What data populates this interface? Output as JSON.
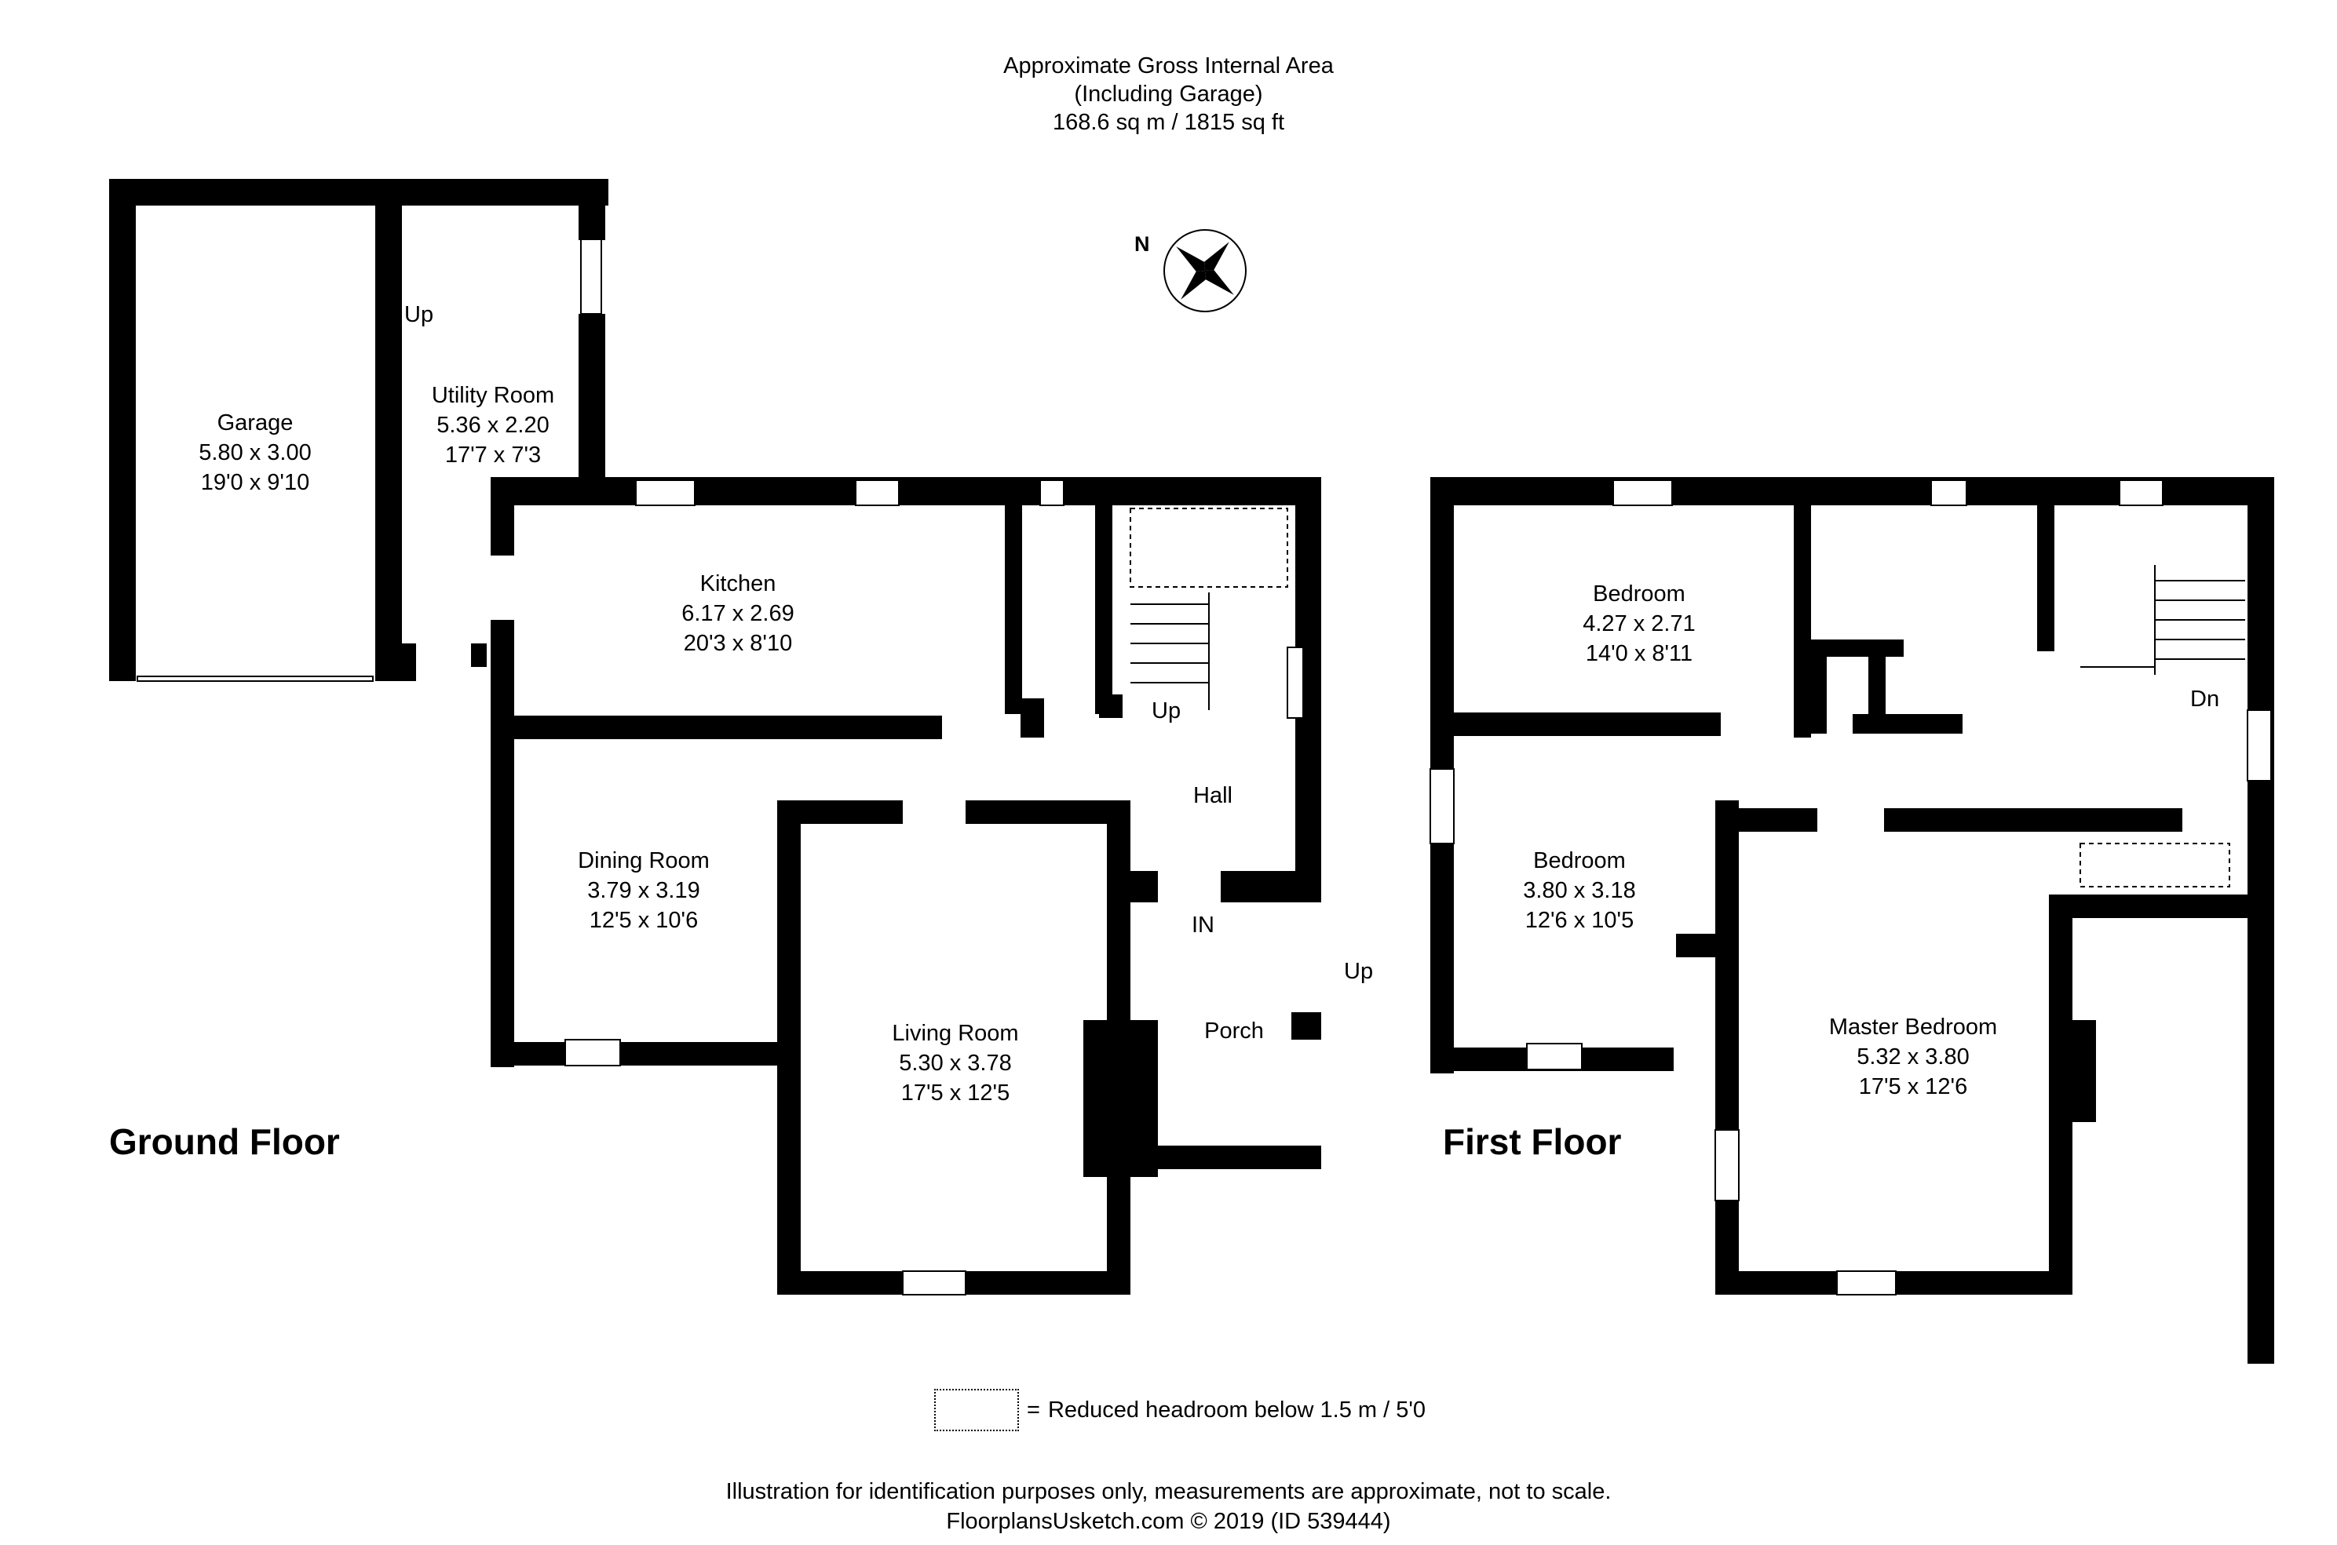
{
  "header": {
    "line1": "Approximate Gross Internal Area",
    "line2": "(Including Garage)",
    "line3": "168.6 sq m / 1815 sq ft"
  },
  "compass": {
    "label": "N",
    "icon": "compass-rose-icon"
  },
  "ground_floor": {
    "title": "Ground Floor",
    "rooms": [
      {
        "name": "Garage",
        "metric": "5.80 x 3.00",
        "imperial": "19'0 x 9'10"
      },
      {
        "name": "Utility Room",
        "metric": "5.36 x 2.20",
        "imperial": "17'7 x 7'3"
      },
      {
        "name": "Kitchen",
        "metric": "6.17 x 2.69",
        "imperial": "20'3 x 8'10"
      },
      {
        "name": "Dining Room",
        "metric": "3.79 x 3.19",
        "imperial": "12'5 x 10'6"
      },
      {
        "name": "Living Room",
        "metric": "5.30 x 3.78",
        "imperial": "17'5 x 12'5"
      },
      {
        "name": "Hall"
      },
      {
        "name": "Porch"
      }
    ],
    "annotations": {
      "utility_step": "Up",
      "stairs": "Up",
      "entrance": "IN",
      "porch_step": "Up"
    }
  },
  "first_floor": {
    "title": "First Floor",
    "rooms": [
      {
        "name": "Bedroom",
        "metric": "4.27 x 2.71",
        "imperial": "14'0 x 8'11"
      },
      {
        "name": "Bedroom",
        "metric": "3.80 x 3.18",
        "imperial": "12'6 x 10'5"
      },
      {
        "name": "Master Bedroom",
        "metric": "5.32 x 3.80",
        "imperial": "17'5 x 12'6"
      }
    ],
    "annotations": {
      "stairs": "Dn"
    }
  },
  "legend": {
    "symbol": "=",
    "text": "Reduced headroom below 1.5 m / 5'0"
  },
  "footer": {
    "disclaimer": "Illustration for identification purposes only, measurements are approximate, not to scale.",
    "credit": "FloorplansUsketch.com © 2019 (ID 539444)"
  },
  "colors": {
    "wall": "#000000",
    "background": "#ffffff"
  }
}
